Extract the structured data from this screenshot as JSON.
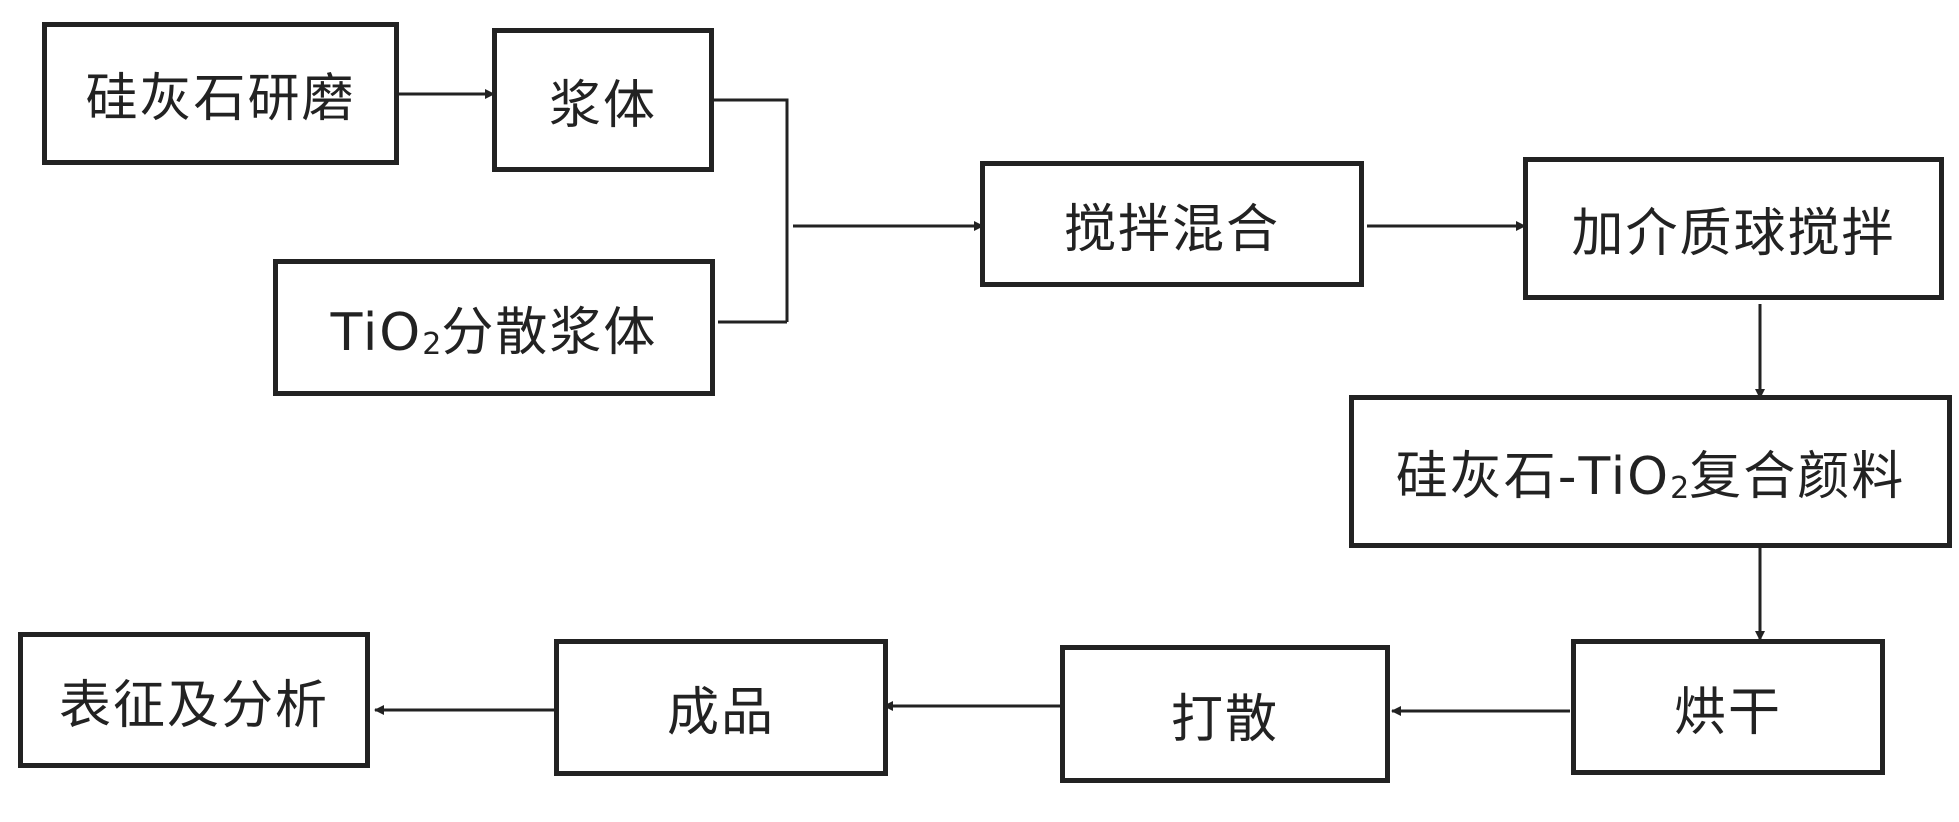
{
  "diagram": {
    "nodes": {
      "grinding": "硅灰石研磨",
      "slurry": "浆体",
      "tio2_prefix": "TiO",
      "tio2_sub": "2",
      "tio2_suffix": "分散浆体",
      "mixing": "搅拌混合",
      "media_stirring": "加介质球搅拌",
      "composite_prefix": "硅灰石-TiO",
      "composite_sub": "2",
      "composite_suffix": "复合颜料",
      "drying": "烘干",
      "breaking": "打散",
      "product": "成品",
      "characterization": "表征及分析"
    },
    "line_color": "#222222"
  }
}
